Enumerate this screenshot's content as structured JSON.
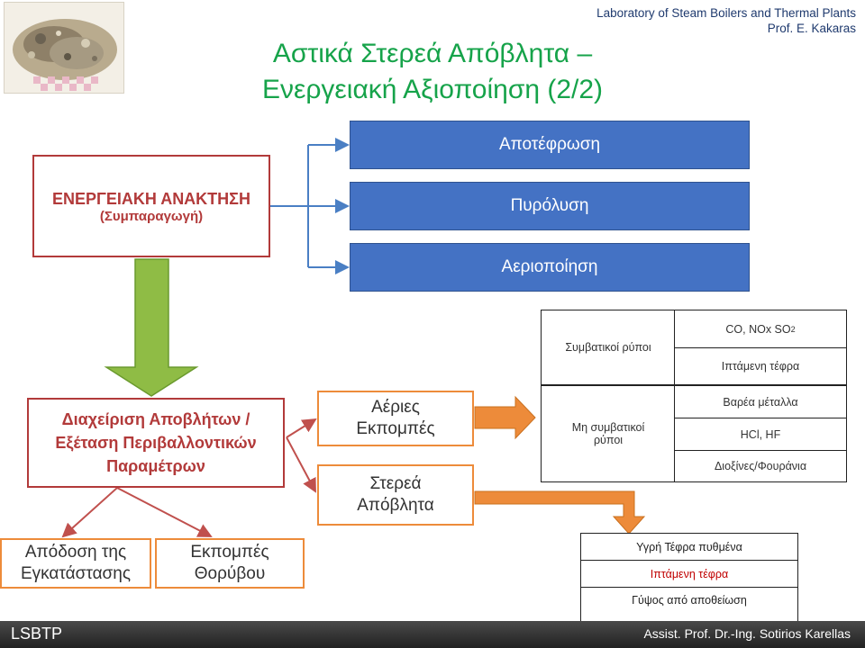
{
  "header": {
    "lab": "Laboratory of Steam Boilers and Thermal Plants",
    "prof": "Prof. E. Kakaras"
  },
  "title": {
    "line1": "Αστικά Στερεά Απόβλητα –",
    "line2": "Ενεργειακή Αξιοποίηση (2/2)"
  },
  "energy_box": {
    "line1": "ΕΝΕΡΓΕΙΑΚΗ ΑΝΑΚΤΗΣΗ",
    "line2": "(Συμπαραγωγή)"
  },
  "processes": [
    "Αποτέφρωση",
    "Πυρόλυση",
    "Αεριοποίηση"
  ],
  "management_box": {
    "line1": "Διαχείριση Αποβλήτων /",
    "line2": "Εξέταση Περιβαλλοντικών",
    "line3": "Παραμέτρων"
  },
  "emissions_box": {
    "line1": "Αέριες",
    "line2": "Εκπομπές"
  },
  "solid_box": {
    "line1": "Στερεά",
    "line2": "Απόβλητα"
  },
  "performance_box": {
    "line1": "Απόδοση της",
    "line2": "Εγκατάστασης"
  },
  "noise_box": {
    "line1": "Εκπομπές",
    "line2": "Θορύβου"
  },
  "pollutants": {
    "conventional_label": "Συμβατικοί ρύποι",
    "conventional_items": [
      "CO, NOx SO",
      "Ιπτάμενη τέφρα"
    ],
    "so2_subscript": "2",
    "nonconventional_label_line1": "Μη συμβατικοί",
    "nonconventional_label_line2": "ρύποι",
    "nonconventional_items": [
      "Βαρέα μέταλλα",
      "HCl, HF",
      "Διοξίνες/Φουράνια"
    ]
  },
  "solid_residues": [
    {
      "text": "Υγρή Τέφρα πυθμένα",
      "color": "#222222"
    },
    {
      "text": "Ιπτάμενη τέφρα",
      "color": "#c00000"
    },
    {
      "text": "Γύψος από αποθείωση",
      "color": "#222222"
    }
  ],
  "footer": {
    "left": "LSBTP",
    "right": "Assist. Prof. Dr.-Ing. Sotirios Karellas"
  },
  "colors": {
    "title_green": "#16a34a",
    "box_red": "#b23a3a",
    "process_blue": "#4472c4",
    "arrow_orange": "#ed8b3a",
    "big_arrow_green": "#8fbc45"
  }
}
